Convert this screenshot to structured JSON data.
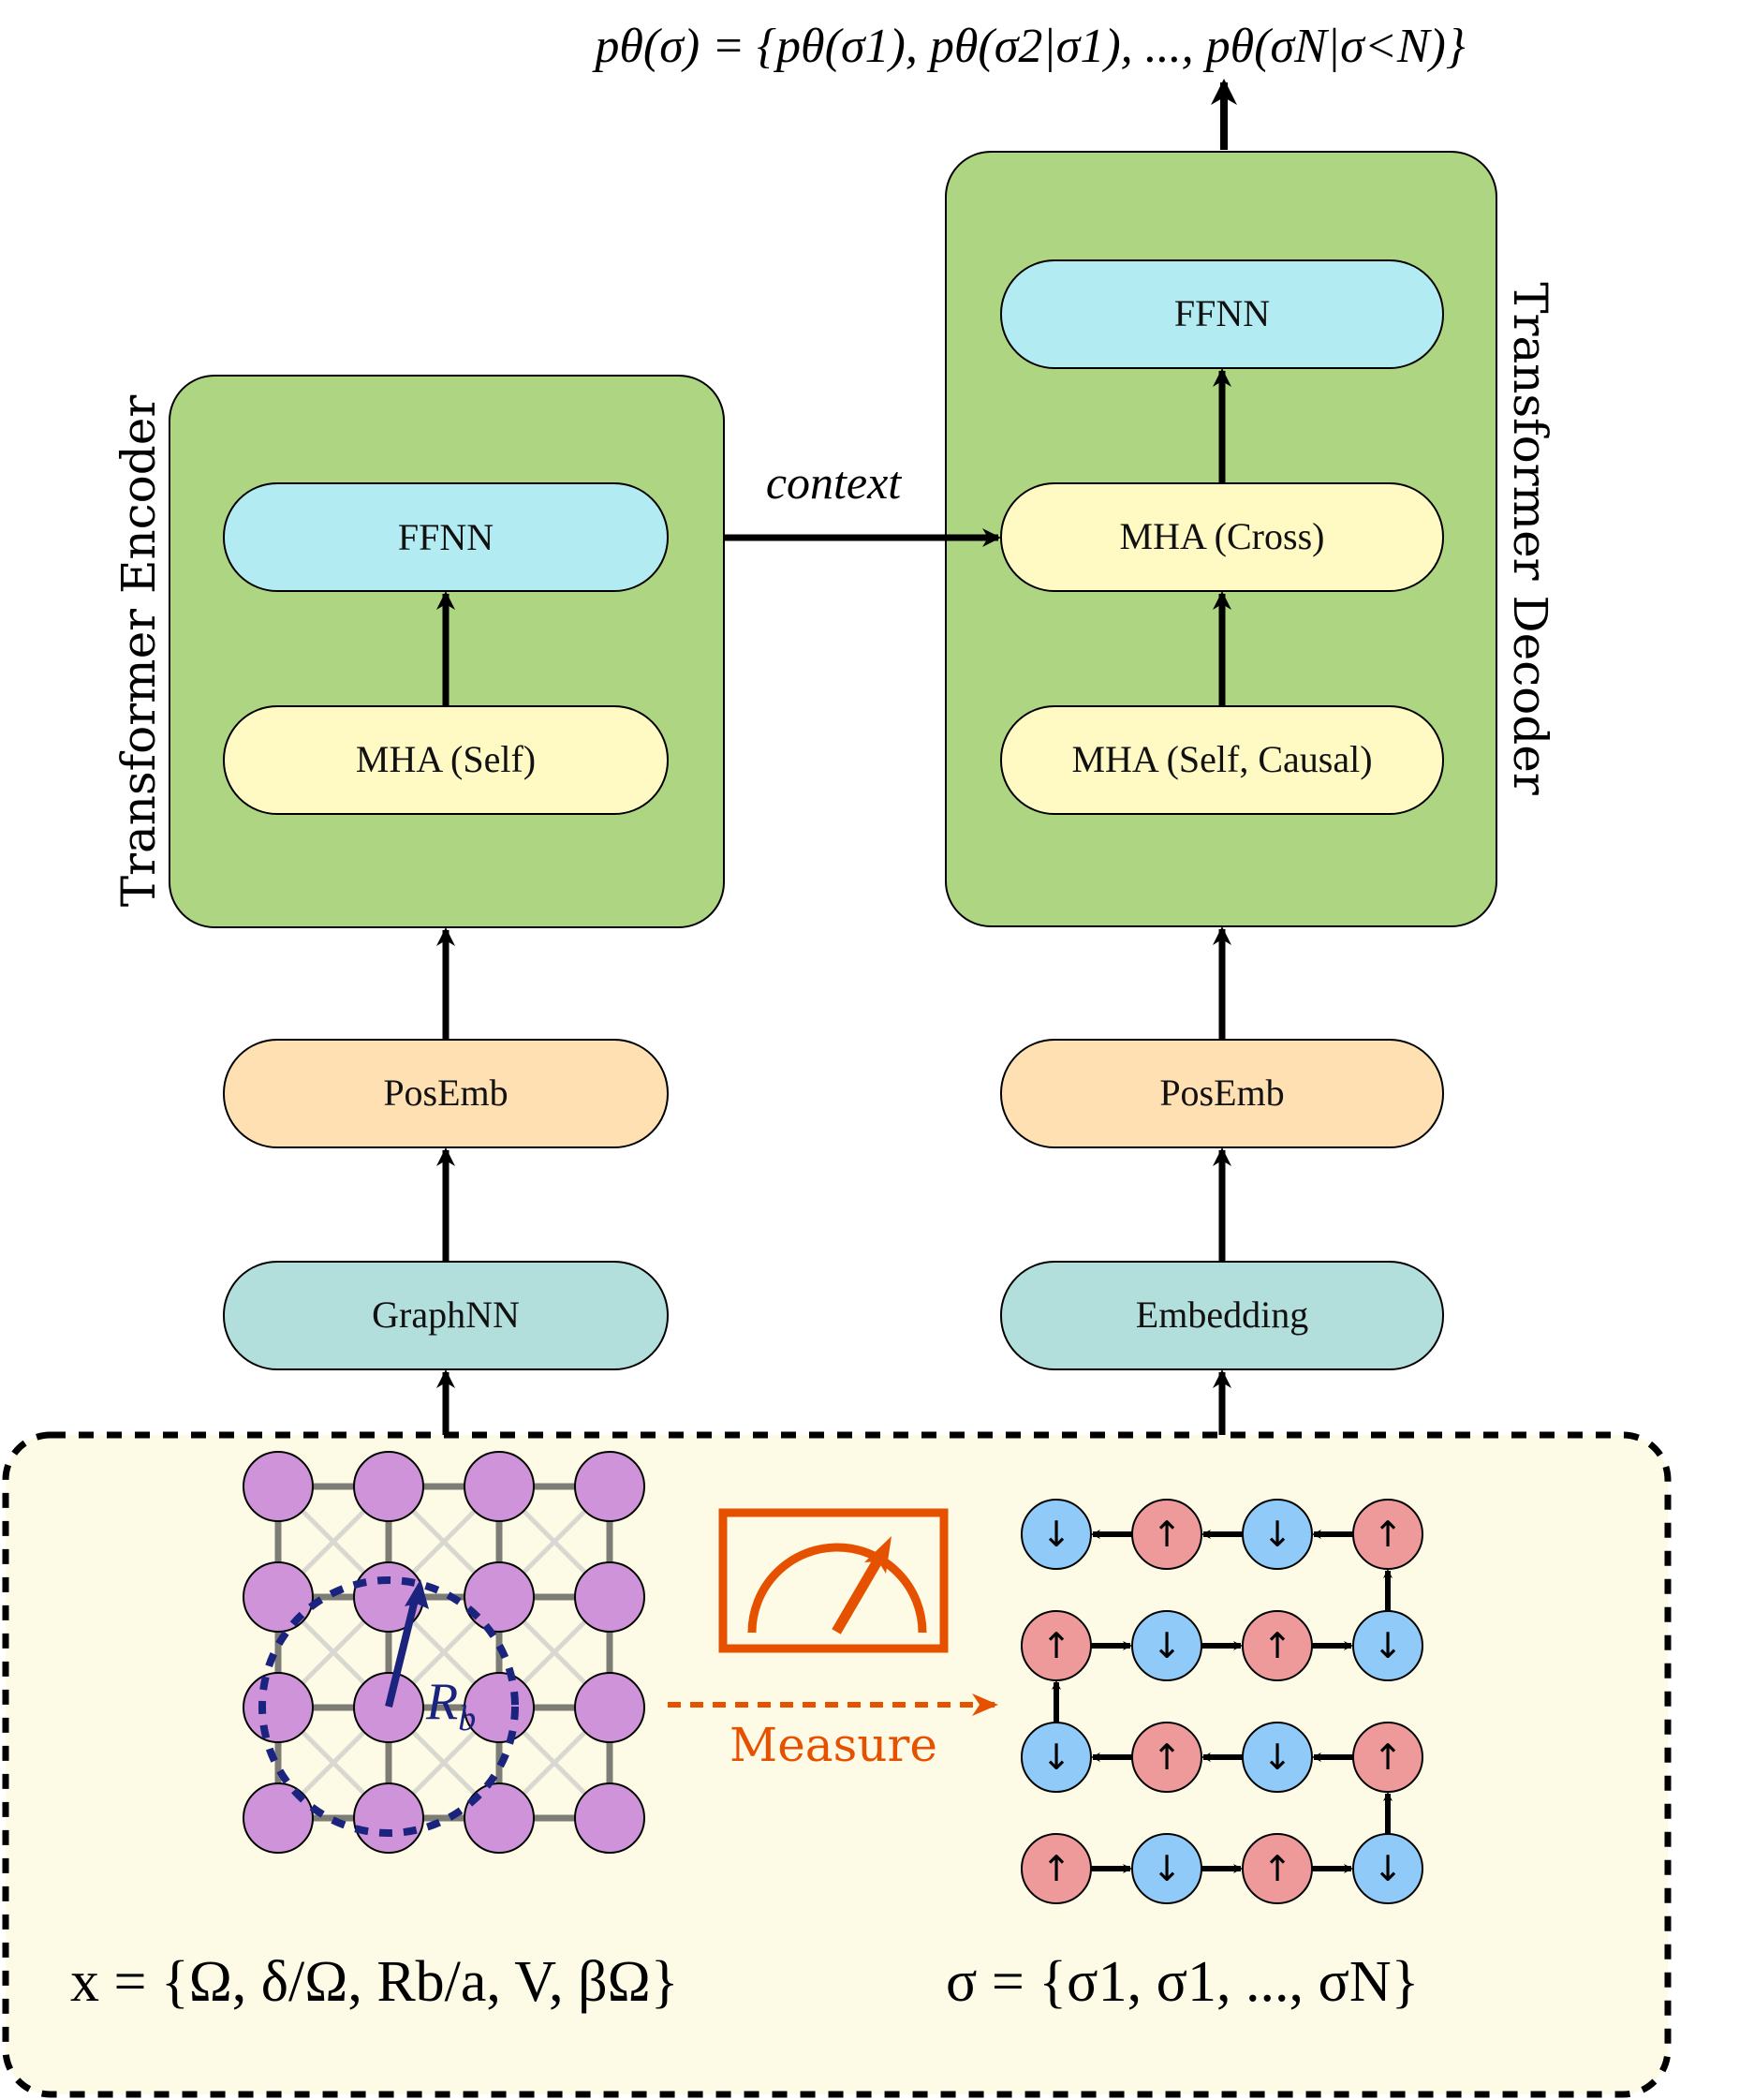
{
  "output_formula": "pθ(σ) = {pθ(σ1), pθ(σ2|σ1), ..., pθ(σN|σ<N)}",
  "encoder": {
    "title": "Transformer Encoder",
    "ffnn": "FFNN",
    "mha": "MHA (Self)",
    "posemb": "PosEmb",
    "input_layer": "GraphNN"
  },
  "decoder": {
    "title": "Transformer Decoder",
    "ffnn": "FFNN",
    "mha_cross": "MHA (Cross)",
    "mha_self": "MHA (Self, Causal)",
    "posemb": "PosEmb",
    "input_layer": "Embedding"
  },
  "context_label": "context",
  "measure_label": "Measure",
  "radius_label": "R",
  "radius_sub": "b",
  "x_formula": "x = {Ω, δ/Ω, Rb/a, V, βΩ}",
  "sigma_formula": "σ = {σ1, σ1, ..., σN}",
  "spin_grid": [
    [
      "down",
      "up",
      "down",
      "up"
    ],
    [
      "up",
      "down",
      "up",
      "down"
    ],
    [
      "down",
      "up",
      "down",
      "up"
    ],
    [
      "up",
      "down",
      "up",
      "down"
    ]
  ],
  "spin_symbols": {
    "up": "↑",
    "down": "↓"
  },
  "colors": {
    "block_green": "#aed581",
    "ffnn_cyan": "#b2ebf2",
    "mha_yellow": "#fff9c4",
    "posemb_orange": "#ffe0b2",
    "input_teal": "#b2dfdb",
    "atom_purple": "#ce93d8",
    "spin_up_red": "#ef9a9a",
    "spin_down_blue": "#90caf9",
    "measure_orange": "#e65100",
    "radius_navy": "#1a237e",
    "input_panel_bg": "#fdfbe6"
  }
}
